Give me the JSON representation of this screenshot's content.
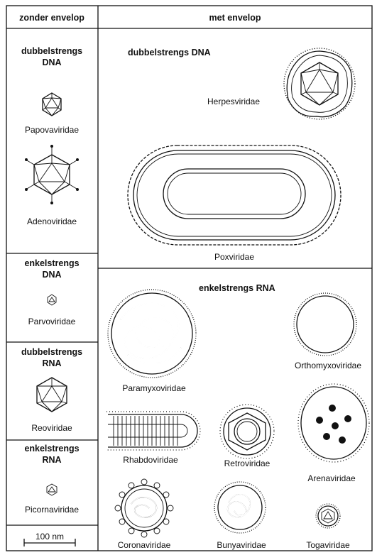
{
  "header": {
    "left": "zonder envelop",
    "right": "met envelop"
  },
  "left_sections": [
    {
      "title_line1": "dubbelstrengs",
      "title_line2": "DNA",
      "families": [
        "Papovaviridae",
        "Adenoviridae"
      ]
    },
    {
      "title_line1": "enkelstrengs",
      "title_line2": "DNA",
      "families": [
        "Parvoviridae"
      ]
    },
    {
      "title_line1": "dubbelstrengs",
      "title_line2": "RNA",
      "families": [
        "Reoviridae"
      ]
    },
    {
      "title_line1": "enkelstrengs",
      "title_line2": "RNA",
      "families": [
        "Picornaviridae"
      ]
    }
  ],
  "right_sections": [
    {
      "title": "dubbelstrengs DNA",
      "families": [
        "Herpesviridae",
        "Poxviridae"
      ]
    },
    {
      "title": "enkelstrengs RNA",
      "families": [
        "Paramyxoviridae",
        "Orthomyxoviridae",
        "Rhabdoviridae",
        "Retroviridae",
        "Arenaviridae",
        "Coronaviridae",
        "Bunyaviridae",
        "Togaviridae"
      ]
    }
  ],
  "scale_bar": {
    "label": "100 nm"
  }
}
